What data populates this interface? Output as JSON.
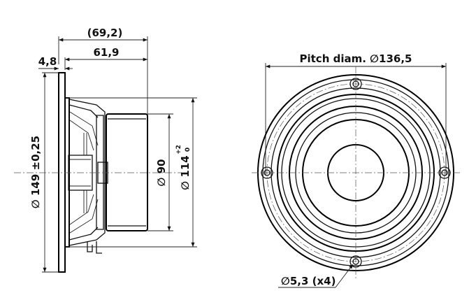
{
  "dimensions": {
    "total_depth": "69,2",
    "depth": "61,9",
    "flange_thickness": "4,8",
    "outer_diameter": "149 ±0,25",
    "magnet_diameter": "90",
    "cutout_diameter": "114",
    "cutout_tol_plus": "+2",
    "cutout_tol_minus": "0",
    "pitch_label": "Pitch diam.",
    "pitch_diameter": "136,5",
    "hole_diameter": "5,3 (x4)"
  },
  "symbols": {
    "diameter": "∅",
    "paren_open": "(",
    "paren_close": ")"
  },
  "colors": {
    "line": "#111111",
    "background": "#ffffff"
  }
}
